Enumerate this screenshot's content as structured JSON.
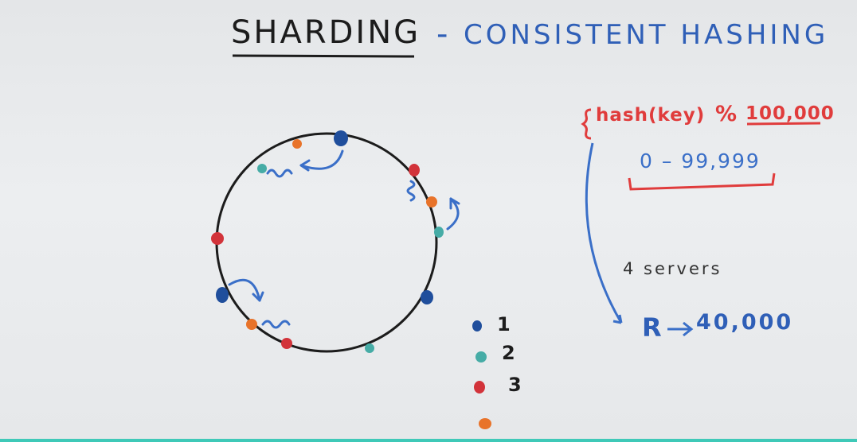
{
  "title": {
    "sharding": "SHARDING",
    "dash": "-",
    "consistent_hashing": "CONSISTENT HASHING"
  },
  "notes": {
    "hash_formula": "hash(key)",
    "mod_symbol": "%",
    "modulus": "100,000",
    "range": "0 – 99,999",
    "servers": "4 servers",
    "request_label": "R",
    "request_value": "40,000"
  },
  "legend": [
    {
      "label": "1",
      "color": "#1f4e9c"
    },
    {
      "label": "2",
      "color": "#46aca6"
    },
    {
      "label": "3",
      "color": "#d2333a"
    },
    {
      "label": "",
      "color": "#e8732a"
    }
  ],
  "colors": {
    "server_1": "#1f4e9c",
    "server_2": "#46aca6",
    "server_3": "#d2333a",
    "server_4": "#e8732a",
    "marker_blue": "#3a6fc8",
    "marker_red": "#e03c3c",
    "marker_black": "#1c1c1c",
    "accent_strip": "#3fc9b8"
  },
  "icons": [
    "hash-ring",
    "brace-icon",
    "arrow-icon",
    "squiggle-icon"
  ]
}
